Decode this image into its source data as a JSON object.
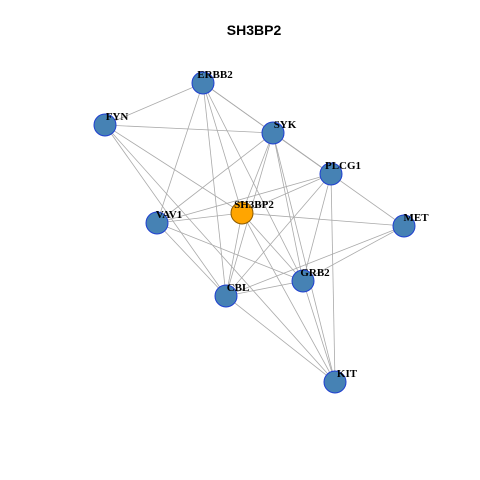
{
  "title": "SH3BP2",
  "colors": {
    "background": "#ffffff",
    "edge": "#aaaaaa",
    "node_fill": "#4682b4",
    "node_stroke": "#1f3fd0",
    "center_fill": "#ffa500",
    "center_stroke": "#8b5a00",
    "label": "#000000"
  },
  "nodes": [
    {
      "id": "ERBB2",
      "label": "ERBB2",
      "center": false
    },
    {
      "id": "FYN",
      "label": "FYN",
      "center": false
    },
    {
      "id": "SYK",
      "label": "SYK",
      "center": false
    },
    {
      "id": "PLCG1",
      "label": "PLCG1",
      "center": false
    },
    {
      "id": "SH3BP2",
      "label": "SH3BP2",
      "center": true
    },
    {
      "id": "VAV1",
      "label": "VAV1",
      "center": false
    },
    {
      "id": "MET",
      "label": "MET",
      "center": false
    },
    {
      "id": "GRB2",
      "label": "GRB2",
      "center": false
    },
    {
      "id": "CBL",
      "label": "CBL",
      "center": false
    },
    {
      "id": "KIT",
      "label": "KIT",
      "center": false
    }
  ],
  "edges": [
    [
      "ERBB2",
      "FYN"
    ],
    [
      "ERBB2",
      "SYK"
    ],
    [
      "ERBB2",
      "PLCG1"
    ],
    [
      "ERBB2",
      "SH3BP2"
    ],
    [
      "ERBB2",
      "VAV1"
    ],
    [
      "ERBB2",
      "GRB2"
    ],
    [
      "ERBB2",
      "CBL"
    ],
    [
      "FYN",
      "SYK"
    ],
    [
      "FYN",
      "SH3BP2"
    ],
    [
      "FYN",
      "CBL"
    ],
    [
      "FYN",
      "KIT"
    ],
    [
      "SYK",
      "PLCG1"
    ],
    [
      "SYK",
      "SH3BP2"
    ],
    [
      "SYK",
      "VAV1"
    ],
    [
      "SYK",
      "GRB2"
    ],
    [
      "SYK",
      "CBL"
    ],
    [
      "SYK",
      "KIT"
    ],
    [
      "SYK",
      "MET"
    ],
    [
      "PLCG1",
      "SH3BP2"
    ],
    [
      "PLCG1",
      "VAV1"
    ],
    [
      "PLCG1",
      "GRB2"
    ],
    [
      "PLCG1",
      "CBL"
    ],
    [
      "PLCG1",
      "KIT"
    ],
    [
      "SH3BP2",
      "VAV1"
    ],
    [
      "SH3BP2",
      "MET"
    ],
    [
      "SH3BP2",
      "GRB2"
    ],
    [
      "SH3BP2",
      "CBL"
    ],
    [
      "SH3BP2",
      "KIT"
    ],
    [
      "VAV1",
      "GRB2"
    ],
    [
      "VAV1",
      "CBL"
    ],
    [
      "MET",
      "GRB2"
    ],
    [
      "MET",
      "CBL"
    ],
    [
      "GRB2",
      "CBL"
    ],
    [
      "GRB2",
      "KIT"
    ],
    [
      "CBL",
      "KIT"
    ]
  ]
}
